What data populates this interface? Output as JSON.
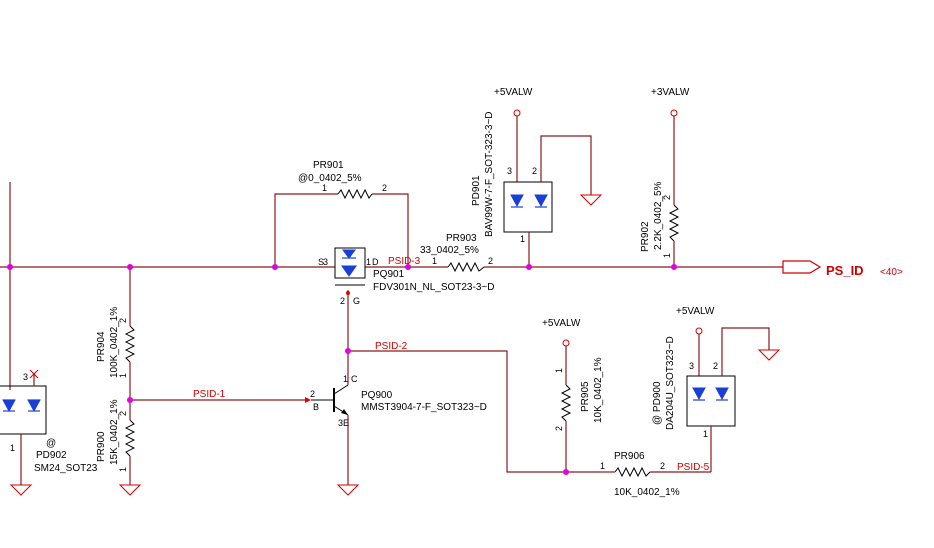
{
  "components": {
    "pr901": {
      "ref": "PR901",
      "value": "@0_0402_5%",
      "pin1": "1",
      "pin2": "2"
    },
    "pr903": {
      "ref": "PR903",
      "value": "33_0402_5%",
      "pin1": "1",
      "pin2": "2"
    },
    "pr902": {
      "ref": "PR902",
      "value": "2.2K_0402_5%",
      "pin1": "1",
      "pin2": "2"
    },
    "pr904": {
      "ref": "PR904",
      "value": "100K_0402_1%",
      "pin1": "1",
      "pin2": "2"
    },
    "pr900": {
      "ref": "PR900",
      "value": "15K_0402_1%",
      "pin1": "1",
      "pin2": "2"
    },
    "pr905": {
      "ref": "PR905",
      "value": "10K_0402_1%",
      "pin1": "1",
      "pin2": "2"
    },
    "pr906": {
      "ref": "PR906",
      "value": "10K_0402_1%",
      "pin1": "1",
      "pin2": "2"
    },
    "pd901": {
      "ref": "PD901",
      "value": "BAV99W-7-F_SOT-323-3~D",
      "pin1": "1",
      "pin2": "2",
      "pin3": "3"
    },
    "pd900": {
      "ref": "@ PD900",
      "value": "DA204U_SOT323~D",
      "pin1": "1",
      "pin2": "2",
      "pin3": "3"
    },
    "pd902": {
      "ref": "PD902",
      "value": "SM24_SOT23",
      "prefix": "@",
      "pin1": "1",
      "pin3": "3"
    },
    "pq901": {
      "ref": "PQ901",
      "value": "FDV301N_NL_SOT23-3~D",
      "pin_s": "3",
      "pin_d": "1",
      "pin_g": "2",
      "label_s": "S",
      "label_d": "D",
      "label_g": "G"
    },
    "pq900": {
      "ref": "PQ900",
      "value": "MMST3904-7-F_SOT323~D",
      "pin_b": "2",
      "pin_c": "1",
      "pin_e": "3",
      "label_b": "B",
      "label_c": "C",
      "label_e": "E"
    }
  },
  "power": {
    "pd901_rail": "+5VALW",
    "pr902_rail": "+3VALW",
    "pr905_rail": "+5VALW",
    "pd900_rail": "+5VALW"
  },
  "nets": {
    "psid3": "PSID-3",
    "psid2": "PSID-2",
    "psid1": "PSID-1",
    "psid5": "PSID-5"
  },
  "offpage": {
    "name": "PS_ID",
    "ref": "<40>"
  }
}
